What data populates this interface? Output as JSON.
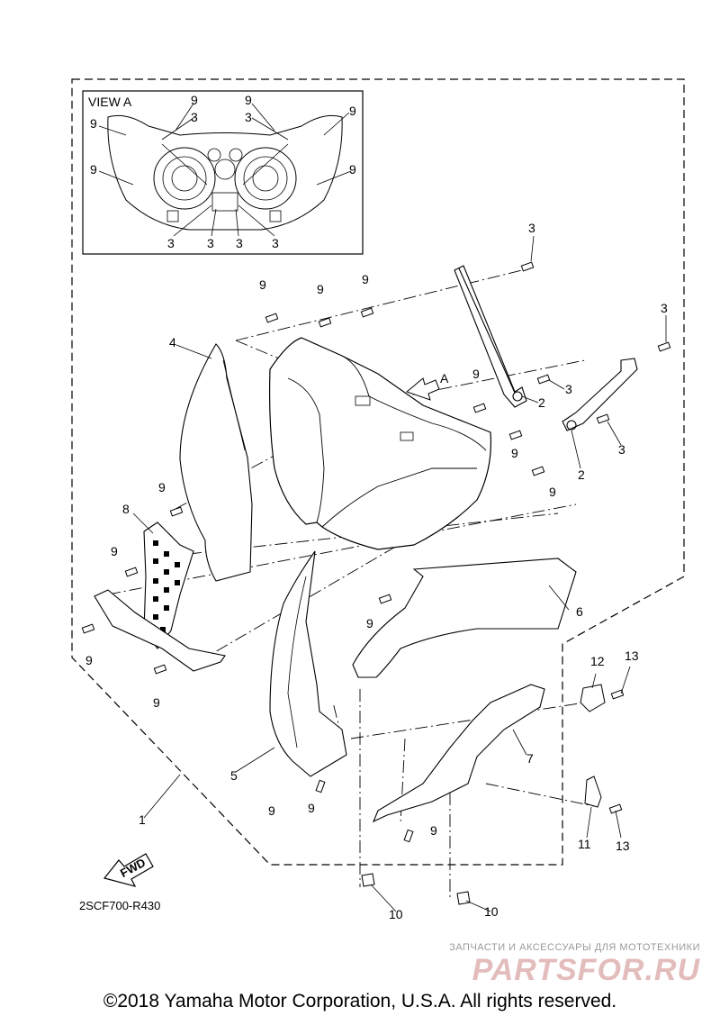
{
  "view_label": "VIEW A",
  "arrow_label": "A",
  "fwd_label": "FWD",
  "part_code": "2SCF700-R430",
  "copyright": "©2018 Yamaha Motor Corporation, U.S.A. All rights reserved.",
  "watermark": {
    "tagline": "ЗАПЧАСТИ И АКСЕССУАРЫ ДЛЯ МОТОТЕХНИКИ",
    "logo_text": "PARTSFOR.RU"
  },
  "callouts": {
    "view_a": [
      "9",
      "9",
      "9",
      "9",
      "3",
      "3",
      "9",
      "9",
      "3",
      "3",
      "3",
      "3"
    ],
    "main": [
      "3",
      "9",
      "9",
      "9",
      "3",
      "4",
      "9",
      "2",
      "3",
      "3",
      "9",
      "9",
      "9",
      "2",
      "9",
      "8",
      "9",
      "6",
      "9",
      "9",
      "9",
      "12",
      "13",
      "7",
      "5",
      "9",
      "1",
      "9",
      "11",
      "13",
      "10",
      "10"
    ]
  },
  "colors": {
    "line": "#000000",
    "watermark_gray": "#9a9a9a",
    "watermark_red": "#e3bcbc"
  }
}
